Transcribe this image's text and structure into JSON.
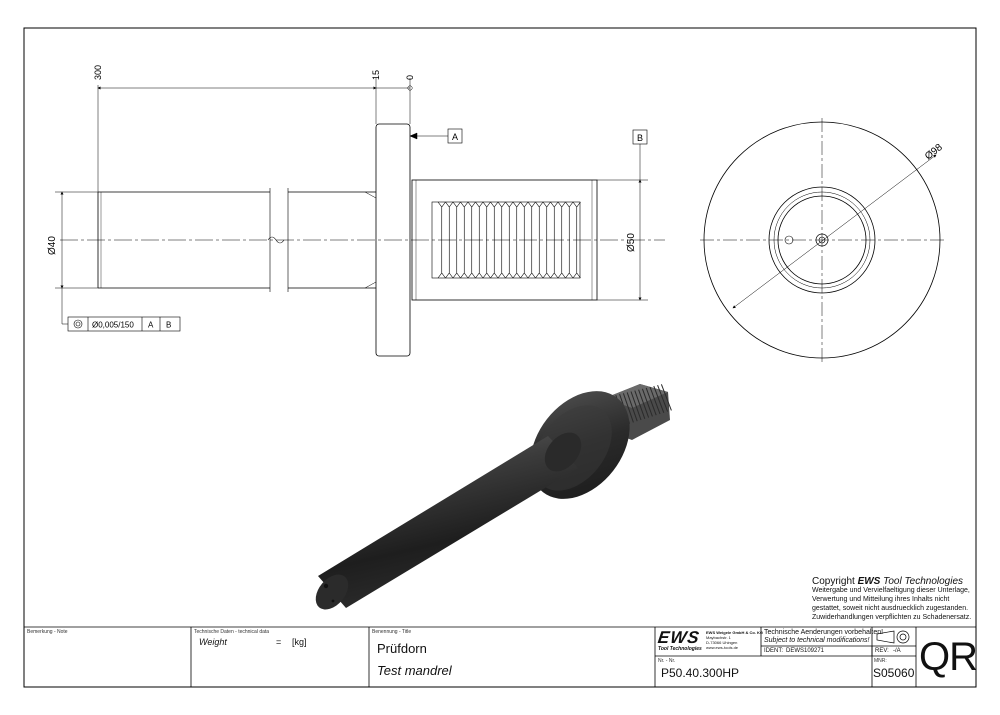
{
  "drawing": {
    "dims": {
      "length_300": "300",
      "flange_15": "15",
      "zero": "0",
      "dia_40": "Ø40",
      "dia_50": "Ø50",
      "dia_98": "Ø98"
    },
    "datums": {
      "a": "A",
      "b": "B"
    },
    "tolerance_frame": {
      "symbol": "concentricity-icon",
      "value": "Ø0,005/150",
      "ref_a": "A",
      "ref_b": "B"
    }
  },
  "copyright": {
    "title_prefix": "Copyright ",
    "title_brand": "EWS",
    "title_suffix": " Tool Technologies",
    "lines": [
      "Weitergabe und Vervielfaeltigung dieser Unterlage,",
      "Verwertung und Mitteilung ihres Inhalts nicht",
      "gestattet, soweit nicht ausdruecklich zugestanden.",
      "Zuwiderhandlungen verpflichten zu Schadenersatz."
    ]
  },
  "title_block": {
    "note_label": "Bemerkung - Note",
    "tech_label": "Technische Daten - technical data",
    "weight_label": "Weight",
    "weight_eq": "=",
    "weight_unit": "[kg]",
    "title_label": "Benennung - Title",
    "title_de": "Prüfdorn",
    "title_en": "Test mandrel",
    "logo_text": "EWS",
    "logo_sub": "Tool Technologies",
    "company_lines": [
      "EWS Weigele GmbH & Co. KG",
      "Maybachstr. 1",
      "D-73066 Uhingen",
      "www.ews-tools.de"
    ],
    "notice_de": "Technische Aenderungen vorbehalten!",
    "notice_en": "Subject to technical modifications!",
    "ident_label": "IDENT:",
    "ident_value": "DEWS109271",
    "rev_label": "REV:",
    "rev_value": "-/A",
    "nr_label": "Nr. - Nr.",
    "part_number": "P50.40.300HP",
    "mnr_label": "MNR:",
    "mnr_value": "S05060",
    "qr_text": "QR"
  }
}
